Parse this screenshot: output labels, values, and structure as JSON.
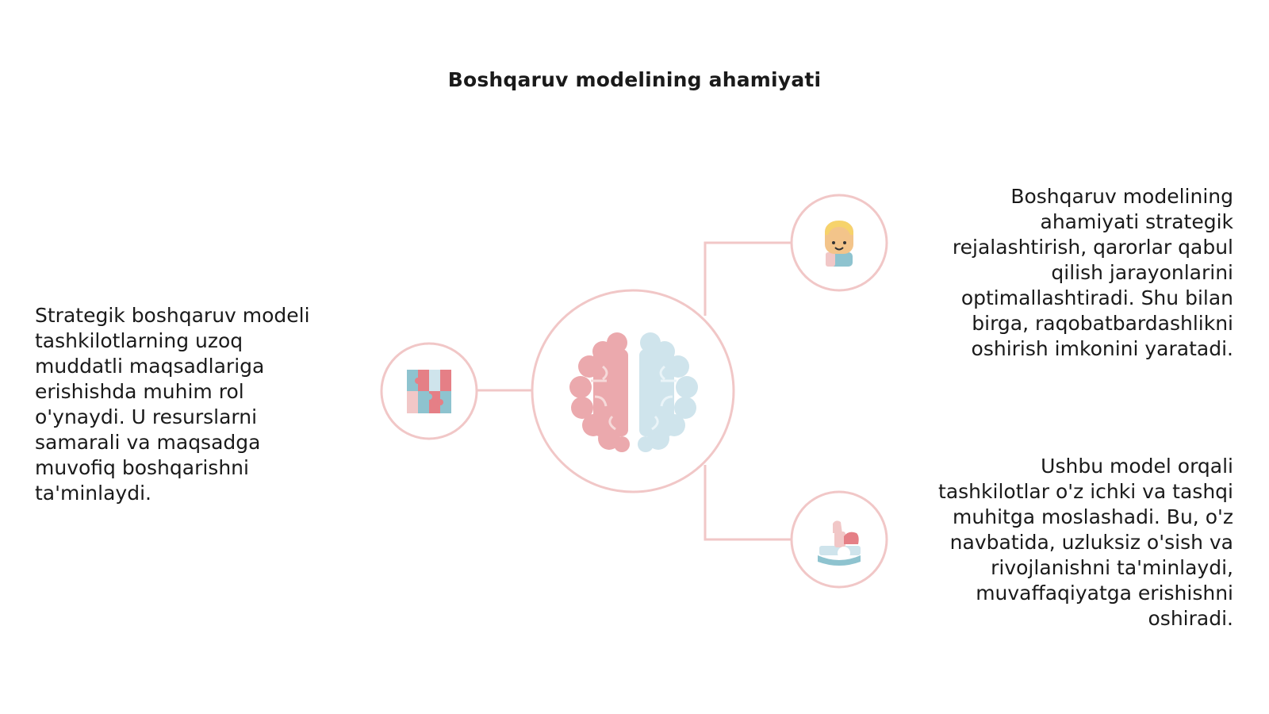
{
  "title": "Boshqaruv modelining ahamiyati",
  "colors": {
    "accent_pink": "#f1c7c7",
    "brain_left": "#eba9ad",
    "brain_right": "#cfe4ec"
  },
  "center_node": {
    "icon": "brain-icon"
  },
  "nodes": [
    {
      "icon": "puzzle-icon",
      "text": "Strategik boshqaruv modeli\ntashkilotlarning uzoq\nmuddatli maqsadlariga\nerishishda muhim rol\no'ynaydi. U resurslarni\nsamarali va maqsadga\nmuvofiq boshqarishni\nta'minlaydi."
    },
    {
      "icon": "person-icon",
      "text": "Boshqaruv modelining\nahamiyati strategik\nrejalashtirish, qarorlar qabul\nqilish jarayonlarini\noptimallashtiradi. Shu bilan\nbirga, raqobatbardashlikni\noshirish imkonini yaratadi."
    },
    {
      "icon": "rocking-horse-icon",
      "text": "Ushbu model orqali\ntashkilotlar o'z ichki va tashqi\nmuhitga moslashadi. Bu, o'z\nnavbatida, uzluksiz o'sish va\nrivojlanishni ta'minlaydi,\nmuvaffaqiyatga erishishni\noshiradi."
    }
  ]
}
